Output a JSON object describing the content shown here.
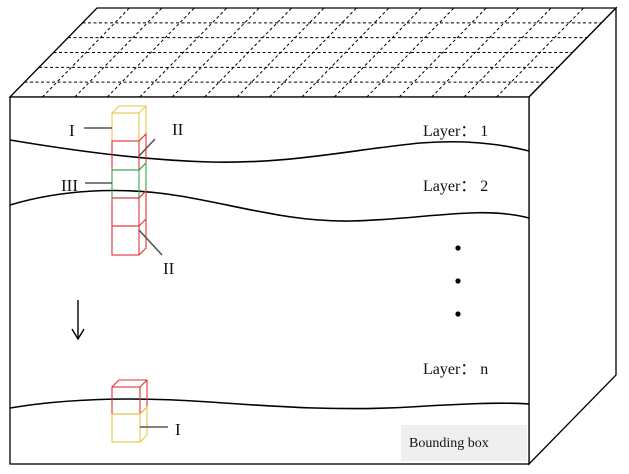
{
  "labels": {
    "layer_1": "Layer： 1",
    "layer_2": "Layer： 2",
    "layer_n": "Layer： n",
    "bounding_box": "Bounding box",
    "type_I_top": "I",
    "type_II_top": "II",
    "type_III": "III",
    "type_II_bottom": "II",
    "type_I_bottom": "I"
  },
  "ellipsis_dots": 3,
  "colors": {
    "outline": "#000000",
    "cell_type_I": "#e6c84a",
    "cell_type_II": "#e0303a",
    "cell_type_III": "#2ea84a",
    "leader_line": "#555555"
  }
}
